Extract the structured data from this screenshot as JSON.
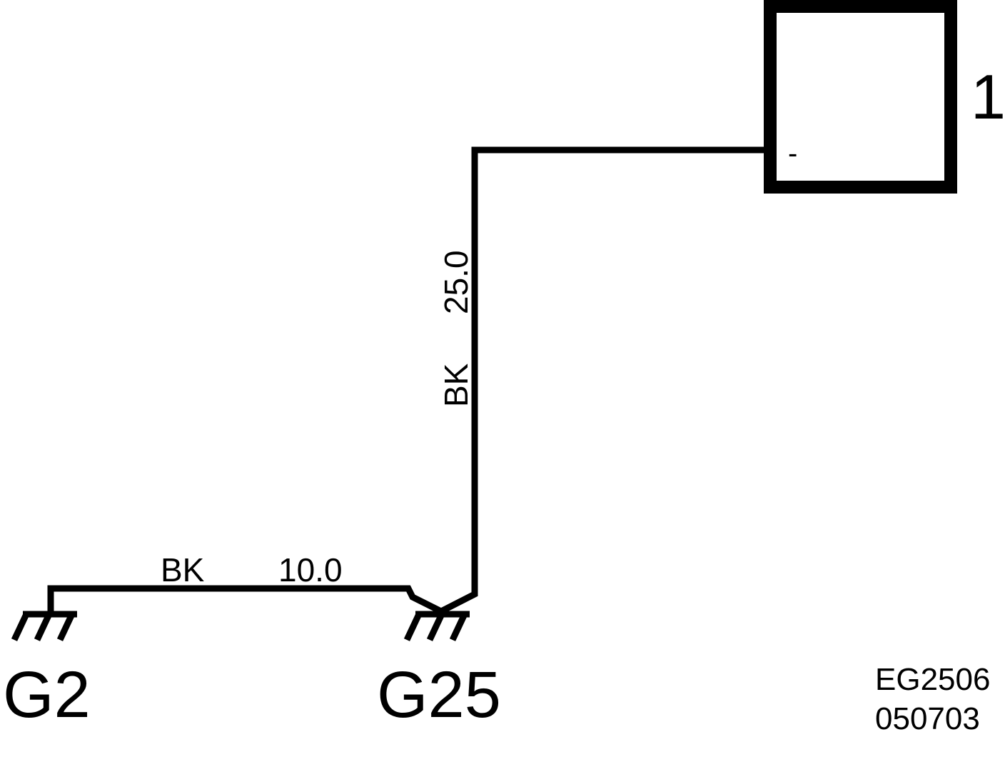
{
  "component": {
    "number": "1",
    "terminal": "-"
  },
  "wires": [
    {
      "color": "BK",
      "gauge": "25.0"
    },
    {
      "color": "BK",
      "gauge": "10.0"
    }
  ],
  "grounds": [
    {
      "label": "G2"
    },
    {
      "label": "G25"
    }
  ],
  "reference": {
    "code": "EG2506",
    "date": "050703"
  },
  "colors": {
    "line": "#000000",
    "background": "#ffffff"
  }
}
